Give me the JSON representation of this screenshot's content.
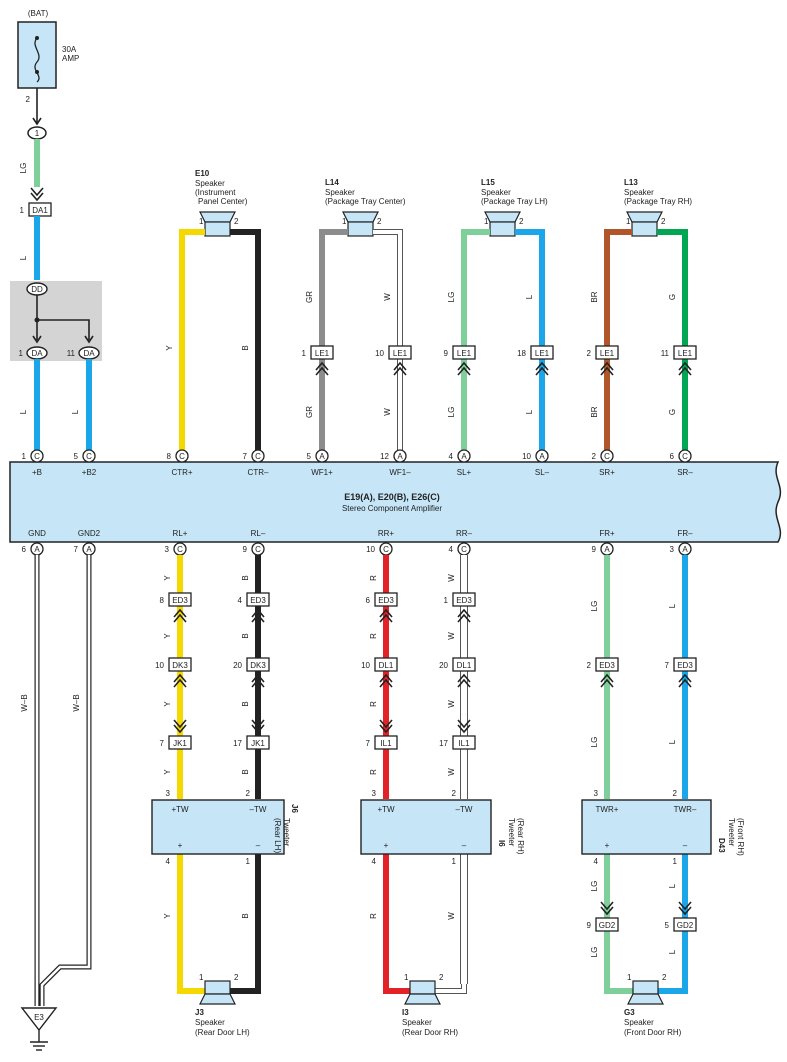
{
  "power": {
    "source": "(BAT)",
    "fuse_amp": "30A",
    "fuse_unit": "AMP",
    "fuse_pin": "2",
    "junction_pin": "1"
  },
  "colors": {
    "LG": "#7fcf9a",
    "L": "#1aa6e8",
    "Y": "#f5d800",
    "B": "#222222",
    "GR": "#8c8c8c",
    "W": "#ffffff",
    "BR": "#b0562a",
    "G": "#00a651",
    "R": "#e32227",
    "amp_fill": "#c6e6f8",
    "box_fill": "#c6e6f8",
    "jb_fill": "#d4d4d4"
  },
  "top_speakers": [
    {
      "id": "E10",
      "label1": "Speaker",
      "label2": "(Instrument",
      "label3": "Panel Center)",
      "p1": "1",
      "p2": "2"
    },
    {
      "id": "L14",
      "label1": "Speaker",
      "label2": "(Package Tray Center)",
      "label3": "",
      "p1": "1",
      "p2": "2"
    },
    {
      "id": "L15",
      "label1": "Speaker",
      "label2": "(Package Tray LH)",
      "label3": "",
      "p1": "1",
      "p2": "2"
    },
    {
      "id": "L13",
      "label1": "Speaker",
      "label2": "(Package Tray RH)",
      "label3": "",
      "p1": "1",
      "p2": "2"
    }
  ],
  "amplifier": {
    "title": "E19(A), E20(B), E26(C)",
    "subtitle": "Stereo Component Amplifier",
    "top_terms": [
      {
        "pin": "1",
        "conn": "C",
        "label": "+B"
      },
      {
        "pin": "5",
        "conn": "C",
        "label": "+B2"
      },
      {
        "pin": "8",
        "conn": "C",
        "label": "CTR+"
      },
      {
        "pin": "7",
        "conn": "C",
        "label": "CTR–"
      },
      {
        "pin": "5",
        "conn": "A",
        "label": "WF1+"
      },
      {
        "pin": "12",
        "conn": "A",
        "label": "WF1–"
      },
      {
        "pin": "4",
        "conn": "A",
        "label": "SL+"
      },
      {
        "pin": "10",
        "conn": "A",
        "label": "SL–"
      },
      {
        "pin": "2",
        "conn": "C",
        "label": "SR+"
      },
      {
        "pin": "6",
        "conn": "C",
        "label": "SR–"
      }
    ],
    "bottom_terms": [
      {
        "pin": "6",
        "conn": "A",
        "label": "GND"
      },
      {
        "pin": "7",
        "conn": "A",
        "label": "GND2"
      },
      {
        "pin": "3",
        "conn": "C",
        "label": "RL+"
      },
      {
        "pin": "9",
        "conn": "C",
        "label": "RL–"
      },
      {
        "pin": "10",
        "conn": "C",
        "label": "RR+"
      },
      {
        "pin": "4",
        "conn": "C",
        "label": "RR–"
      },
      {
        "pin": "9",
        "conn": "A",
        "label": "FR+"
      },
      {
        "pin": "3",
        "conn": "A",
        "label": "FR–"
      }
    ]
  },
  "wire_labels": {
    "lg": "LG",
    "l": "L",
    "y": "Y",
    "b": "B",
    "gr": "GR",
    "w": "W",
    "br": "BR",
    "g": "G",
    "r": "R",
    "wb": "W–B"
  },
  "connectors": {
    "da1": {
      "pin": "1",
      "name": "DA1"
    },
    "dd": {
      "name": "DD"
    },
    "da_left": {
      "pin": "1",
      "name": "DA"
    },
    "da_right": {
      "pin": "11",
      "name": "DA"
    },
    "le1": [
      {
        "pin": "1",
        "name": "LE1"
      },
      {
        "pin": "10",
        "name": "LE1"
      },
      {
        "pin": "9",
        "name": "LE1"
      },
      {
        "pin": "18",
        "name": "LE1"
      },
      {
        "pin": "2",
        "name": "LE1"
      },
      {
        "pin": "11",
        "name": "LE1"
      }
    ],
    "ed3": [
      {
        "pin": "8",
        "name": "ED3"
      },
      {
        "pin": "4",
        "name": "ED3"
      },
      {
        "pin": "6",
        "name": "ED3"
      },
      {
        "pin": "1",
        "name": "ED3"
      }
    ],
    "dk3": [
      {
        "pin": "10",
        "name": "DK3"
      },
      {
        "pin": "20",
        "name": "DK3"
      }
    ],
    "dl1": [
      {
        "pin": "10",
        "name": "DL1"
      },
      {
        "pin": "20",
        "name": "DL1"
      }
    ],
    "ed3_front": [
      {
        "pin": "2",
        "name": "ED3"
      },
      {
        "pin": "7",
        "name": "ED3"
      }
    ],
    "jk1": [
      {
        "pin": "7",
        "name": "JK1"
      },
      {
        "pin": "17",
        "name": "JK1"
      }
    ],
    "il1": [
      {
        "pin": "7",
        "name": "IL1"
      },
      {
        "pin": "17",
        "name": "IL1"
      }
    ],
    "gd2": [
      {
        "pin": "9",
        "name": "GD2"
      },
      {
        "pin": "5",
        "name": "GD2"
      }
    ]
  },
  "tweeters": [
    {
      "id": "J6",
      "label1": "Tweeter",
      "label2": "(Rear LH)",
      "in_pos": "+TW",
      "in_neg": "–TW",
      "out_pos": "+",
      "out_neg": "–",
      "pin_in_pos": "3",
      "pin_in_neg": "2",
      "pin_out_pos": "4",
      "pin_out_neg": "1"
    },
    {
      "id": "I6",
      "label1": "Tweeter",
      "label2": "(Rear RH)",
      "in_pos": "+TW",
      "in_neg": "–TW",
      "out_pos": "+",
      "out_neg": "–",
      "pin_in_pos": "3",
      "pin_in_neg": "2",
      "pin_out_pos": "4",
      "pin_out_neg": "1"
    },
    {
      "id": "D43",
      "label1": "Tweeter",
      "label2": "(Front RH)",
      "in_pos": "TWR+",
      "in_neg": "TWR–",
      "out_pos": "+",
      "out_neg": "–",
      "pin_in_pos": "3",
      "pin_in_neg": "2",
      "pin_out_pos": "4",
      "pin_out_neg": "1"
    }
  ],
  "bottom_speakers": [
    {
      "id": "J3",
      "label1": "Speaker",
      "label2": "(Rear Door LH)",
      "p1": "1",
      "p2": "2"
    },
    {
      "id": "I3",
      "label1": "Speaker",
      "label2": "(Rear Door RH)",
      "p1": "1",
      "p2": "2"
    },
    {
      "id": "G3",
      "label1": "Speaker",
      "label2": "(Front Door RH)",
      "p1": "1",
      "p2": "2"
    }
  ],
  "ground": {
    "id": "E3"
  }
}
